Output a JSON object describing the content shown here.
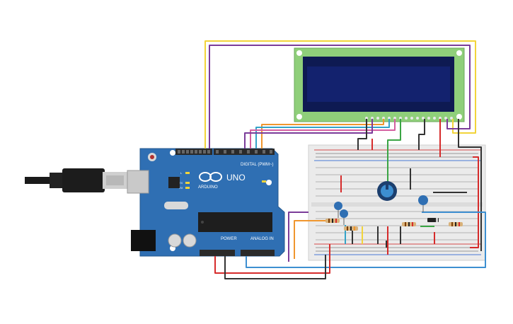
{
  "arduino": {
    "logo_text": "ARDUINO",
    "model": "UNO",
    "digital_label": "DIGITAL (PWM~)",
    "power_label": "POWER",
    "analog_label": "ANALOG IN",
    "led_l": "L",
    "led_tx": "TX",
    "led_rx": "RX",
    "led_on": "ON"
  },
  "colors": {
    "board": "#2f6fb3",
    "lcd_pcb": "#8fcf7a",
    "lcd_screen": "#13226e",
    "breadboard": "#ebebeb",
    "wire_yellow": "#f2d43a",
    "wire_purple": "#7b3c99",
    "wire_orange": "#f0962e",
    "wire_teal": "#34a3c8",
    "wire_pink": "#d45fa0",
    "wire_red": "#d62b2b",
    "wire_black": "#333333",
    "wire_green": "#3aa545",
    "wire_blue": "#3d8fd1"
  }
}
